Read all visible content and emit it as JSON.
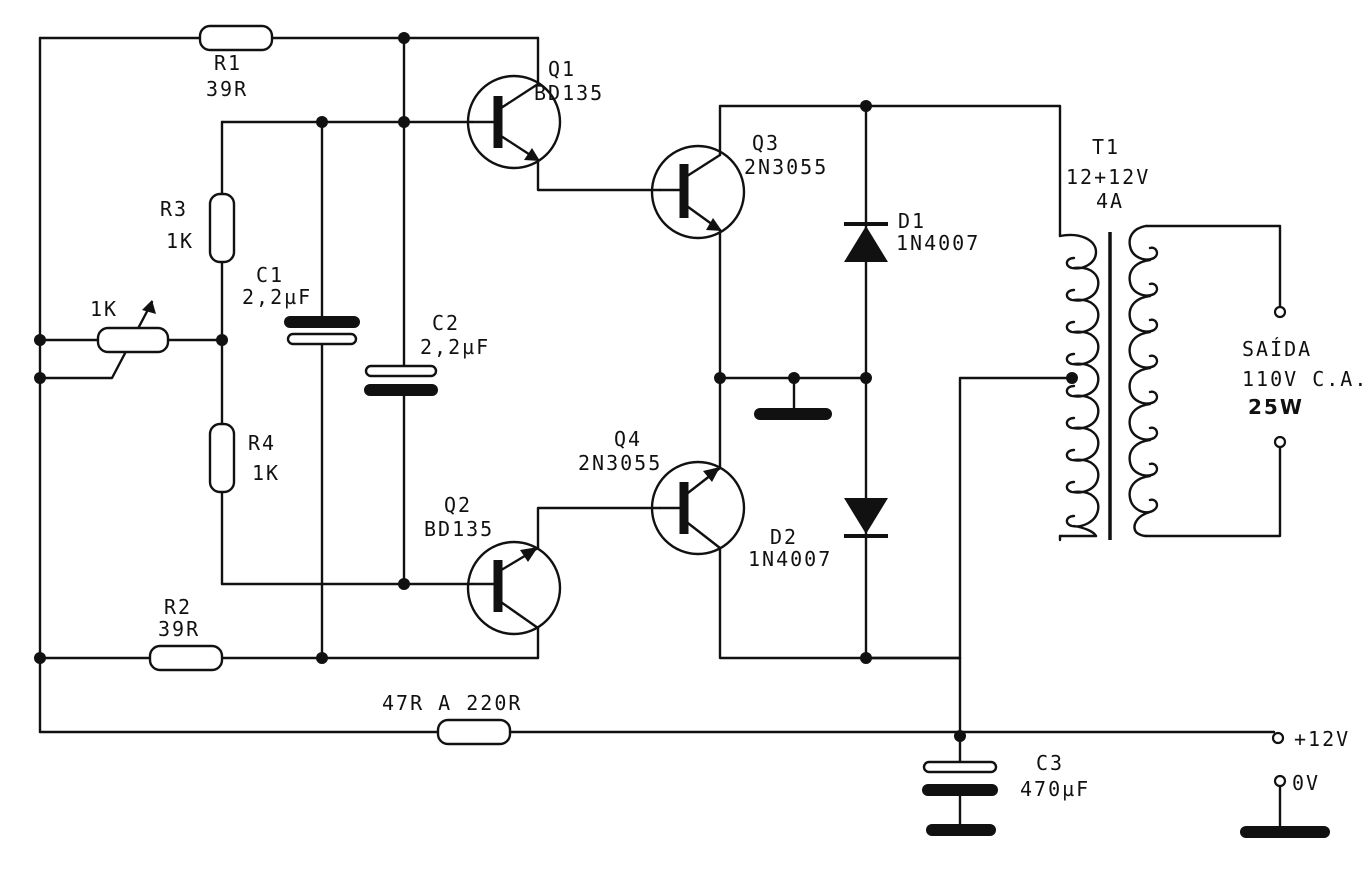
{
  "components": {
    "r1": {
      "name": "R1",
      "value": "39R"
    },
    "r2": {
      "name": "R2",
      "value": "39R"
    },
    "r3": {
      "name": "R3",
      "value": "1K"
    },
    "r4": {
      "name": "R4",
      "value": "1K"
    },
    "pot": {
      "value": "1K"
    },
    "r5": {
      "value": "47R A 220R"
    },
    "c1": {
      "name": "C1",
      "value": "2,2µF"
    },
    "c2": {
      "name": "C2",
      "value": "2,2µF"
    },
    "c3": {
      "name": "C3",
      "value": "470µF"
    },
    "q1": {
      "name": "Q1",
      "value": "BD135"
    },
    "q2": {
      "name": "Q2",
      "value": "BD135"
    },
    "q3": {
      "name": "Q3",
      "value": "2N3055"
    },
    "q4": {
      "name": "Q4",
      "value": "2N3055"
    },
    "d1": {
      "name": "D1",
      "value": "1N4007"
    },
    "d2": {
      "name": "D2",
      "value": "1N4007"
    },
    "t1": {
      "name": "T1",
      "value": "12+12V",
      "current": "4A"
    }
  },
  "output": {
    "label": "SAÍDA",
    "voltage": "110V C.A.",
    "power": "25W"
  },
  "supply": {
    "positive": "+12V",
    "ground": "0V"
  }
}
